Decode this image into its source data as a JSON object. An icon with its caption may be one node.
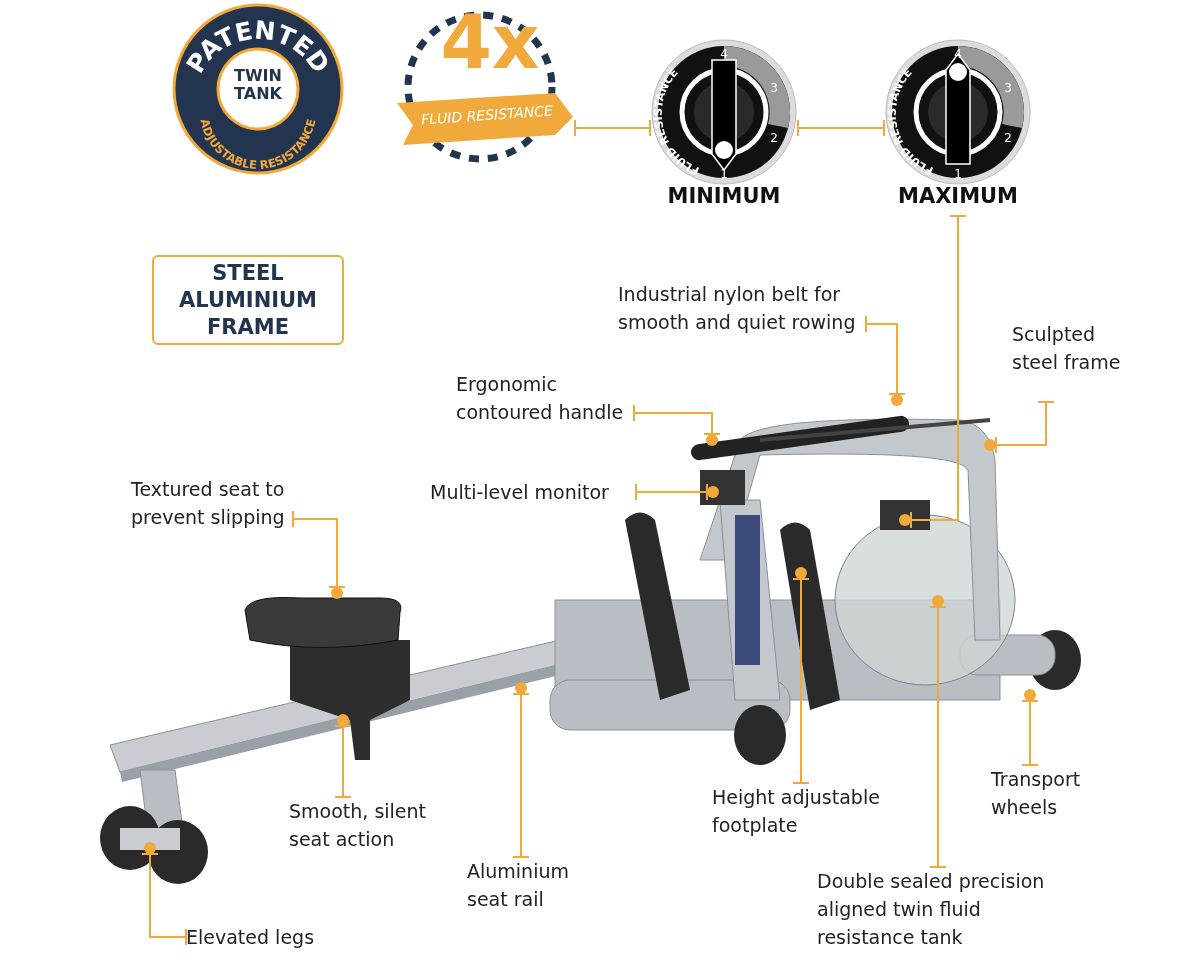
{
  "diagram": {
    "nodes": [
      {
        "text": [
          "PATENTED",
          "TWIN TANK",
          "ADJUSTABLE RESISTANCE"
        ]
      },
      {
        "text": [
          "4x",
          "FLUID RESISTANCE"
        ]
      },
      {
        "text": [
          "FLUID RESISTANCE",
          "4",
          "3",
          "2",
          "1"
        ],
        "beside": [
          "MINIMUM"
        ]
      },
      {
        "text": [
          "FLUID RESISTANCE",
          "4",
          "3",
          "2",
          "1"
        ],
        "beside": [
          "MAXIMUM"
        ]
      },
      {
        "text": [
          "STEEL ALUMINIUM FRAME"
        ]
      },
      {
        "text": [
          "Industrial nylon belt for smooth and quiet rowing"
        ]
      },
      {
        "text": [],
        "shape": "circle"
      },
      {
        "text": [
          "Sculpted steel frame"
        ]
      },
      {
        "text": [],
        "shape": "circle"
      },
      {
        "text": [
          "Ergonomic contoured handle"
        ]
      },
      {
        "text": [],
        "shape": "circle"
      },
      {
        "text": [
          "Multi-level monitor"
        ]
      },
      {
        "text": [],
        "shape": "circle"
      },
      {
        "text": [
          "Textured seat to prevent slipping"
        ]
      },
      {
        "text": [],
        "shape": "circle"
      },
      {
        "text": [
          "Smooth, silent seat action"
        ]
      },
      {
        "text": [],
        "shape": "circle"
      },
      {
        "text": [
          "Aluminium seat rail"
        ]
      },
      {
        "text": [],
        "shape": "circle"
      },
      {
        "text": [
          "Elevated legs"
        ]
      },
      {
        "text": [],
        "shape": "circle"
      },
      {
        "text": [
          "Height adjustable footplate"
        ]
      },
      {
        "text": [],
        "shape": "circle"
      },
      {
        "text": [
          "Double sealed precision aligned twin fluid resistance  tank"
        ]
      },
      {
        "text": [],
        "shape": "circle"
      },
      {
        "text": [
          "Transport wheels"
        ]
      },
      {
        "text": [],
        "shape": "circle"
      },
      {
        "text": [],
        "shape": "circle"
      }
    ],
    "edges": [
      {
        "from": 1,
        "to": 2,
        "arrow": "other"
      },
      {
        "from": 2,
        "to": 3,
        "arrow": "other"
      },
      {
        "from": 3,
        "to": 27,
        "arrow": "other"
      },
      {
        "from": 5,
        "to": 6,
        "arrow": "other"
      },
      {
        "from": 7,
        "to": 8,
        "arrow": "other"
      },
      {
        "from": 9,
        "to": 10,
        "arrow": "other"
      },
      {
        "from": 11,
        "to": 12,
        "arrow": "other"
      },
      {
        "from": 13,
        "to": 14,
        "arrow": "other"
      },
      {
        "from": 15,
        "to": 16,
        "arrow": "other"
      },
      {
        "from": 17,
        "to": 18,
        "arrow": "other"
      },
      {
        "from": 19,
        "to": 20,
        "arrow": "other"
      },
      {
        "from": 21,
        "to": 22,
        "arrow": "other"
      },
      {
        "from": 23,
        "to": 24,
        "arrow": "other"
      },
      {
        "from": 25,
        "to": 26,
        "arrow": "other"
      }
    ]
  }
}
